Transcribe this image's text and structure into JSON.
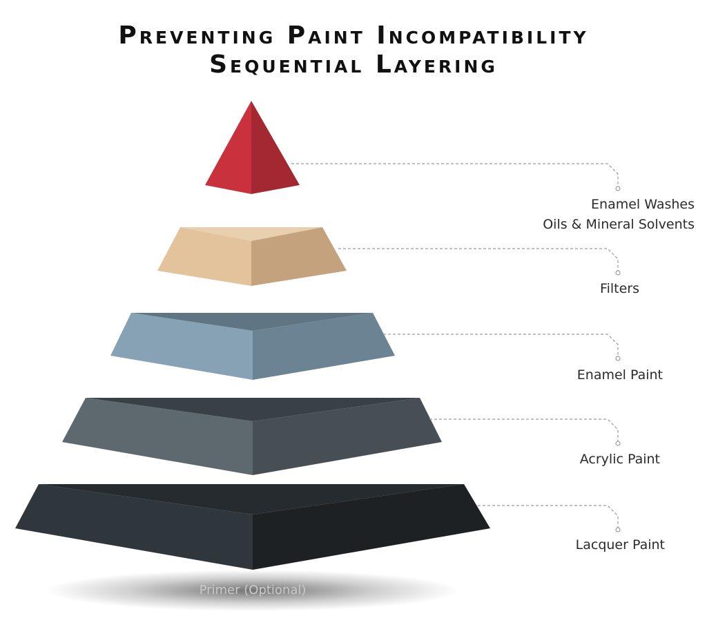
{
  "title": {
    "line1": "Preventing Paint Incompatibility",
    "line2": "Sequential Layering"
  },
  "layers": [
    {
      "label_lines": [
        "Enamel Washes",
        "Oils & Mineral Solvents"
      ],
      "colors": {
        "left": "#c9323d",
        "right": "#a42832",
        "top": "#d8474f"
      }
    },
    {
      "label_lines": [
        "Filters"
      ],
      "colors": {
        "left": "#e2c39b",
        "right": "#c4a27e",
        "top": "#e8cfae"
      }
    },
    {
      "label_lines": [
        "Enamel Paint"
      ],
      "colors": {
        "left": "#87a2b4",
        "right": "#6b8393",
        "top": "#5f7583"
      }
    },
    {
      "label_lines": [
        "Acrylic Paint"
      ],
      "colors": {
        "left": "#5e686f",
        "right": "#474f55",
        "top": "#3a4146"
      }
    },
    {
      "label_lines": [
        "Lacquer Paint"
      ],
      "colors": {
        "left": "#30373c",
        "right": "#1e2124",
        "top": "#262b2f"
      }
    }
  ],
  "base": {
    "label": "Primer (Optional)"
  }
}
